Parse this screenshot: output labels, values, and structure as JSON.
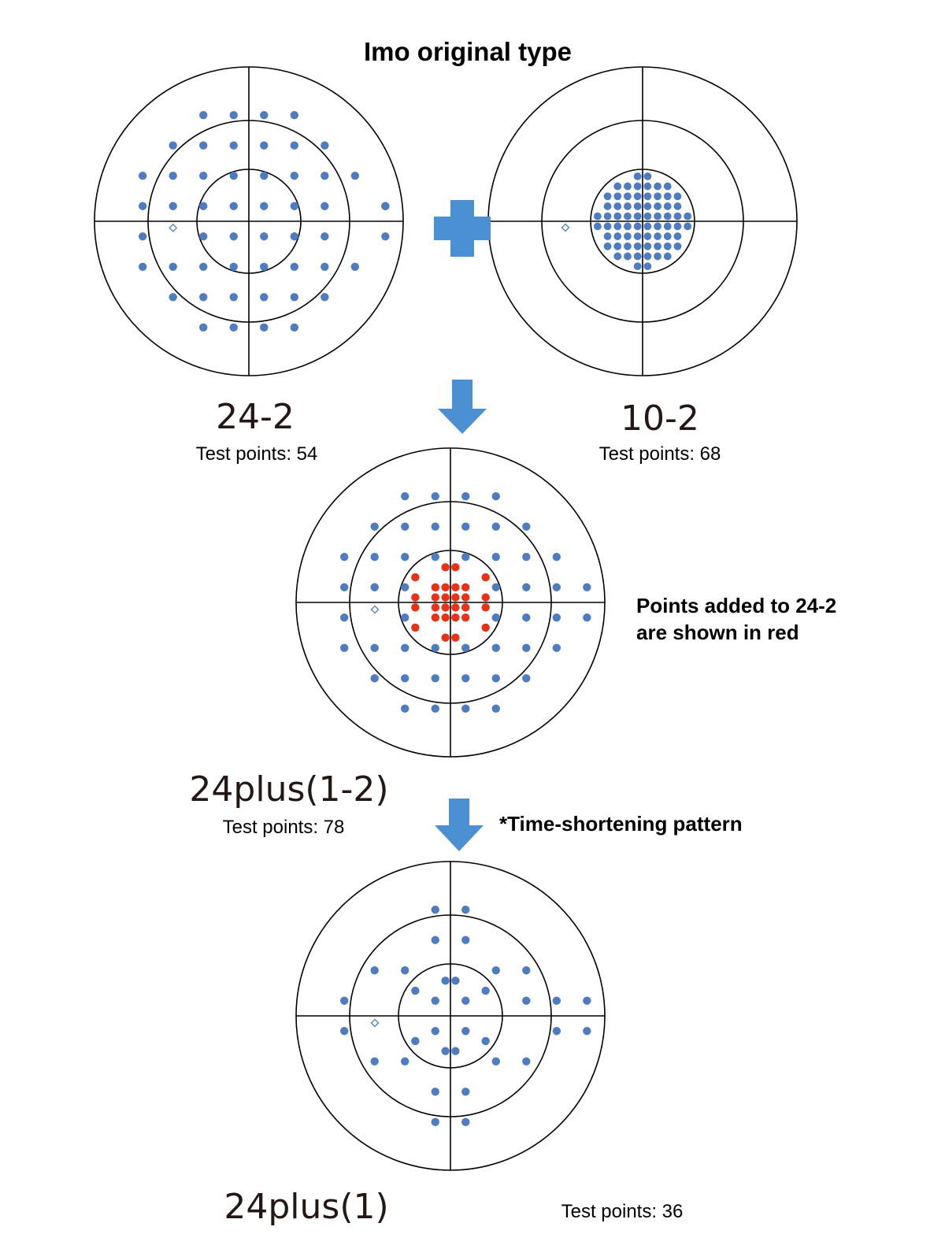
{
  "title": "Imo original type",
  "colors": {
    "blue": "#4f7cc1",
    "red": "#e83218",
    "arrow": "#4a90d2",
    "line": "#000000",
    "label": "#231815"
  },
  "icons": {
    "plus": "plus-icon",
    "arrow": "arrow-down-icon",
    "fixation": "diamond-icon"
  },
  "patterns": {
    "p242": {
      "label": "24-2",
      "count_text": "Test points: 54"
    },
    "p102": {
      "label": "10-2",
      "count_text": "Test points: 68"
    },
    "p24p12": {
      "label": "24plus(1-2)",
      "count_text": "Test points: 78"
    },
    "p24p1": {
      "label": "24plus(1)",
      "count_text": "Test points: 36"
    }
  },
  "notes": {
    "red_line1": "Points added to 24-2",
    "red_line2": "are shown in red",
    "time_short": "*Time-shortening pattern"
  }
}
